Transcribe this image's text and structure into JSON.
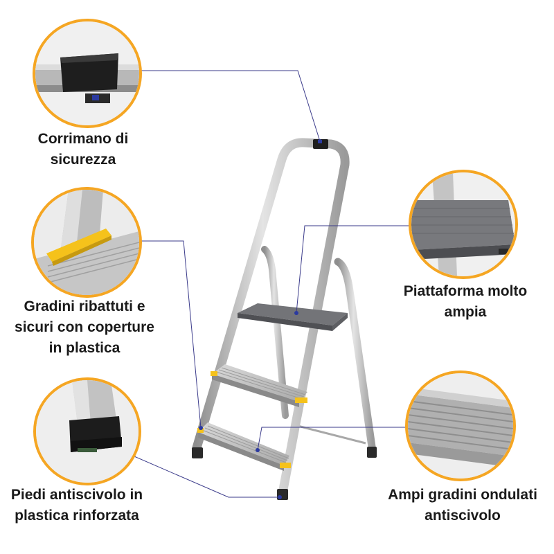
{
  "colors": {
    "callout_ring": "#f5a623",
    "leader_line": "#3a3a8a",
    "plastic_yellow": "#f5c21b",
    "aluminum": "#b9b9b9",
    "platform_gray": "#6d6e72"
  },
  "features": [
    {
      "id": "handrail",
      "lines": [
        "Corrimano di",
        "sicurezza"
      ],
      "icon": "handrail-closeup"
    },
    {
      "id": "folded-steps",
      "lines": [
        "Gradini ribattuti e",
        "sicuri con coperture",
        "in plastica"
      ],
      "icon": "step-plastic-cover-closeup"
    },
    {
      "id": "feet",
      "lines": [
        "Piedi antiscivolo in",
        "plastica rinforzata"
      ],
      "icon": "non-slip-foot-closeup"
    },
    {
      "id": "platform",
      "lines": [
        "Piattaforma molto",
        "ampia"
      ],
      "icon": "platform-closeup"
    },
    {
      "id": "steps",
      "lines": [
        "Ampi gradini ondulati",
        "antiscivolo"
      ],
      "icon": "ribbed-step-closeup"
    }
  ]
}
